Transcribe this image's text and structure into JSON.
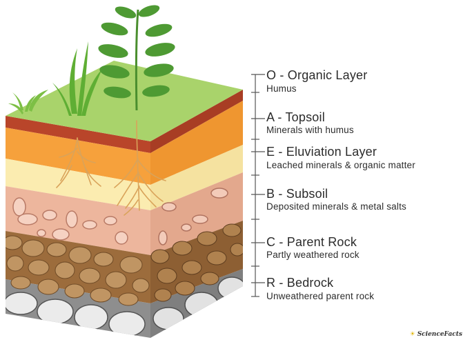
{
  "layers": [
    {
      "letter": "O",
      "title": "O - Organic Layer",
      "subtitle": "Humus",
      "color": "#c0502a"
    },
    {
      "letter": "A",
      "title": "A - Topsoil",
      "subtitle": "Minerals with humus",
      "color": "#f5a23a"
    },
    {
      "letter": "E",
      "title": "E - Eluviation Layer",
      "subtitle": "Leached minerals & organic matter",
      "color": "#fbeaa8"
    },
    {
      "letter": "B",
      "title": "B - Subsoil",
      "subtitle": "Deposited minerals & metal salts",
      "color": "#eeb49b"
    },
    {
      "letter": "C",
      "title": "C - Parent Rock",
      "subtitle": "Partly weathered rock",
      "color": "#a77a45"
    },
    {
      "letter": "R",
      "title": "R - Bedrock",
      "subtitle": "Unweathered parent rock",
      "color": "#8f8f8f"
    }
  ],
  "credit": "ScienceFacts",
  "colors": {
    "grass": "#a9d36b",
    "leaf": "#4e9a33",
    "root": "#d9a35a"
  }
}
